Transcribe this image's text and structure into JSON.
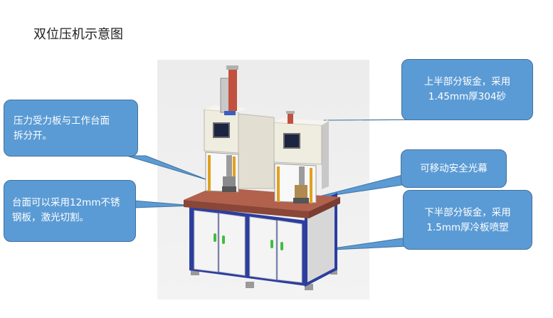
{
  "title": "双位压机示意图",
  "callouts": {
    "top_sheet_metal": [
      "上半部分钣金，采用",
      "1.45mm厚304砂"
    ],
    "press_plate": [
      "压力受力板与工作台面",
      "拆分开。"
    ],
    "light_curtain": [
      "可移动安全光幕"
    ],
    "table_top": [
      "台面可以采用12mm不锈",
      "钢板，激光切割。"
    ],
    "bottom_sheet_metal": [
      "下半部分钣金，采用",
      "1.5mm厚冷板喷塑"
    ]
  },
  "colors": {
    "callout_fill": "#5b9bd5",
    "callout_border": "#41719c",
    "frame_blue": "#2c3e9e",
    "table_top": "#b2614d",
    "cylinder_red": "#c1513e",
    "panel_beige": "#efece0"
  }
}
